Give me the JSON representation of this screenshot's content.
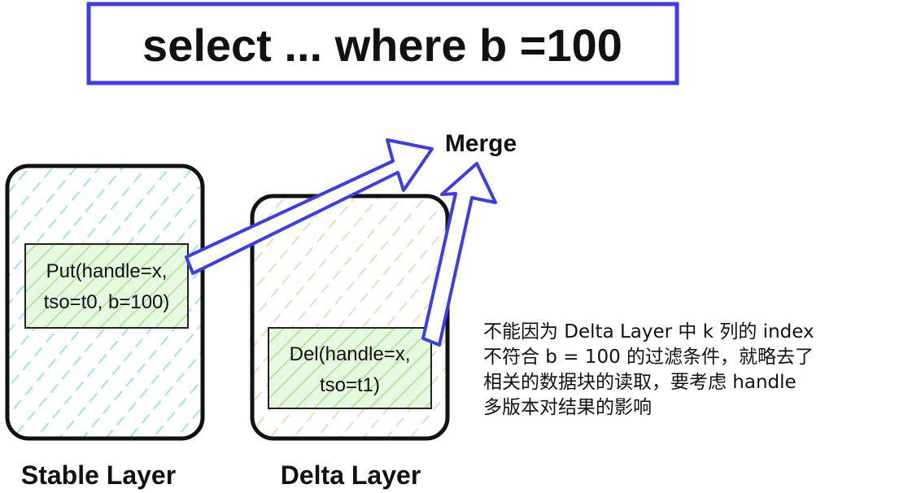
{
  "query": {
    "text": "select ... where b =100"
  },
  "merge": {
    "label": "Merge"
  },
  "stable_layer": {
    "title": "Stable Layer",
    "record_line1": "Put(handle=x,",
    "record_line2": "tso=t0, b=100)"
  },
  "delta_layer": {
    "title": "Delta Layer",
    "record_line1": "Del(handle=x,",
    "record_line2": "tso=t1)"
  },
  "note": {
    "lines": [
      "不能因为 Delta Layer 中 k 列的 index",
      "不符合 b = 100 的过滤条件，就略去了",
      "相关的数据块的读取，要考虑 handle",
      "多版本对结果的影响"
    ]
  },
  "colors": {
    "query_border": "#3b3ee8",
    "arrow_stroke": "#3b3ee8",
    "stable_hatch": "#7fe0ec",
    "delta_hatch": "#f6c7a0",
    "record_fill": "#e7f8e0",
    "record_hatch": "#b4e6a4"
  }
}
